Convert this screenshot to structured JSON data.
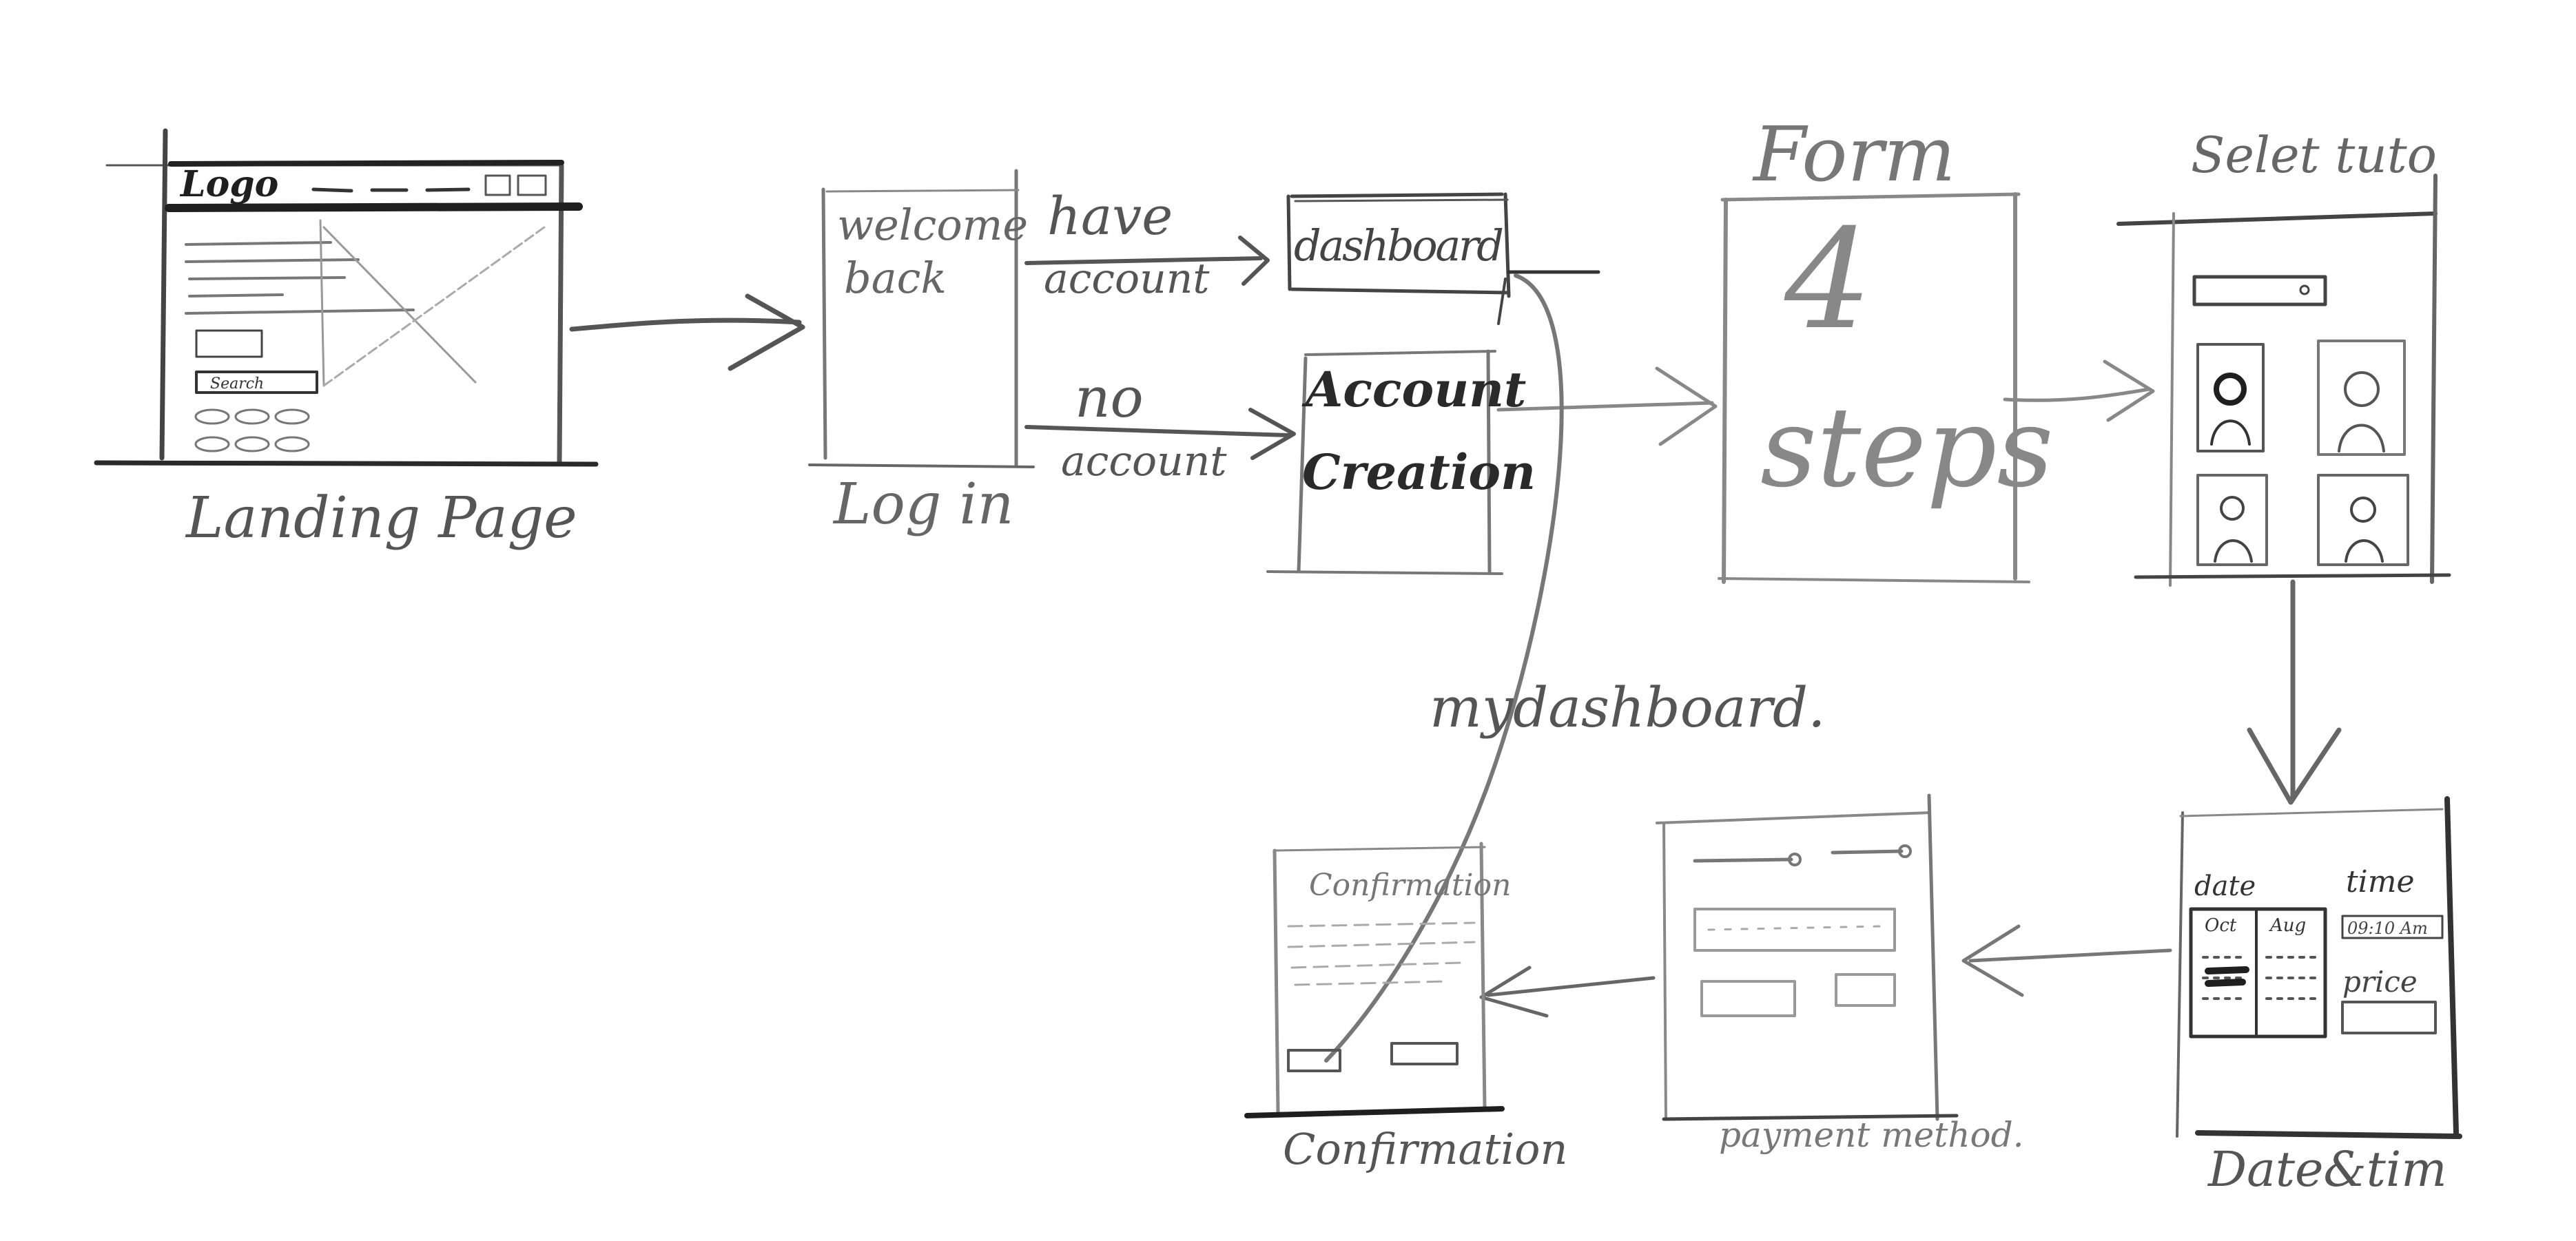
{
  "colors": {
    "ink": "#3a3a3a",
    "ink_dark": "#1f1f1f",
    "ink_light": "#8a8a8a",
    "ink_faint": "#b5b5b5",
    "paper": "#ffffff"
  },
  "screens": {
    "landing": {
      "caption": "Landing Page",
      "logo": "Logo",
      "search_label": "Search"
    },
    "login": {
      "caption": "Log in",
      "line1": "welcome",
      "line2": "back"
    },
    "dashboard": {
      "label": "dashboard"
    },
    "account_creation": {
      "line1": "Account",
      "line2": "Creation"
    },
    "form": {
      "title": "Form",
      "number": "4",
      "word": "steps"
    },
    "select_tutor": {
      "title": "Selet tuto"
    },
    "date_time": {
      "caption": "Date&tim",
      "date_label": "date",
      "time_label": "time",
      "month1": "Oct",
      "month2": "Aug",
      "time_value": "09:10 Am",
      "price_label": "price"
    },
    "payment": {
      "caption": "payment method."
    },
    "confirmation": {
      "title": "Confirmation",
      "caption": "Confirmation"
    }
  },
  "edges": {
    "have_account": {
      "line1": "have",
      "line2": "account"
    },
    "no_account": {
      "line1": "no",
      "line2": "account"
    },
    "my_dashboard": "mydashboard."
  }
}
